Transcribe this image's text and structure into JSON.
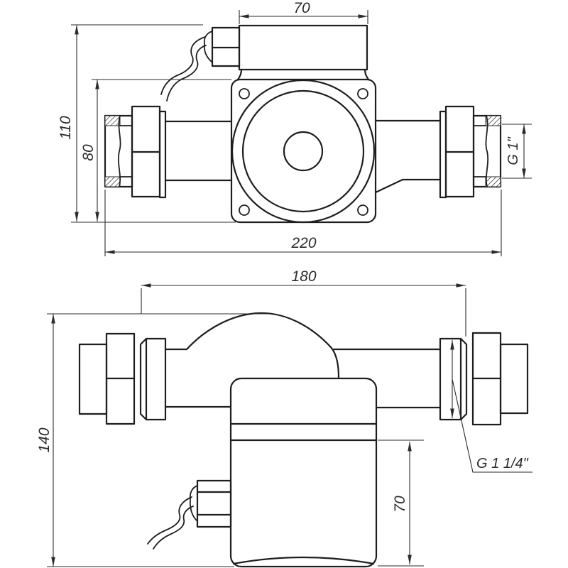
{
  "drawing": {
    "background": "#ffffff",
    "line_color": "#1e1e1e",
    "dim_line_color": "#2b2b2b",
    "top_view": {
      "dim_terminal_box_width": "70",
      "dim_overall_height": "110",
      "dim_flange_height": "80",
      "dim_overall_length": "220",
      "dim_connection_thread": "G 1\""
    },
    "side_view": {
      "dim_port_spacing": "180",
      "dim_overall_height": "140",
      "dim_motor_height": "70",
      "dim_connection_thread": "G 1 1/4\""
    }
  }
}
